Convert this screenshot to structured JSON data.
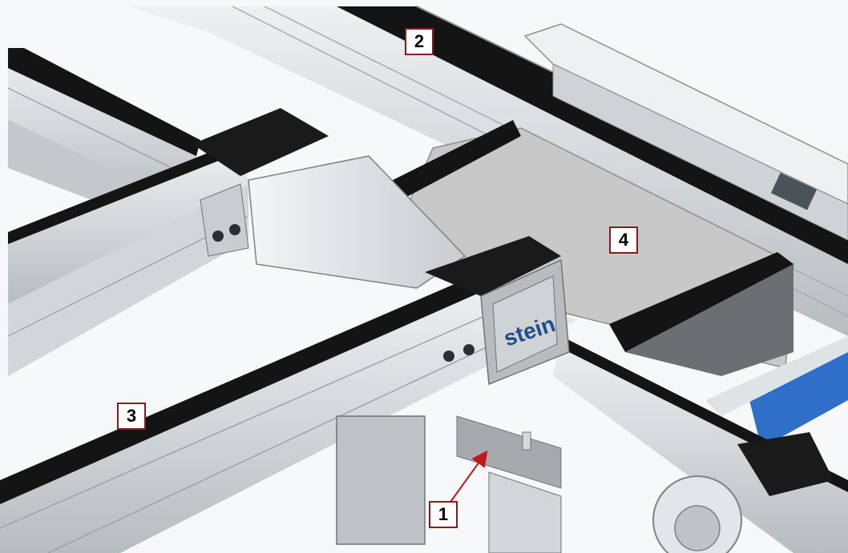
{
  "colors": {
    "aluminium": "#d9dcde",
    "aluminium_dark": "#b9bdc0",
    "belt": "#141414",
    "panel": "#c8c8c8",
    "callout_border": "#8b1a1a",
    "arrow": "#c0181b",
    "logo_text": "#1f4e8f",
    "blue_part": "#2f6fc9"
  },
  "callouts": [
    {
      "id": "1",
      "label": "1"
    },
    {
      "id": "2",
      "label": "2"
    },
    {
      "id": "3",
      "label": "3"
    },
    {
      "id": "4",
      "label": "4"
    }
  ],
  "logo": {
    "text": "stein"
  }
}
